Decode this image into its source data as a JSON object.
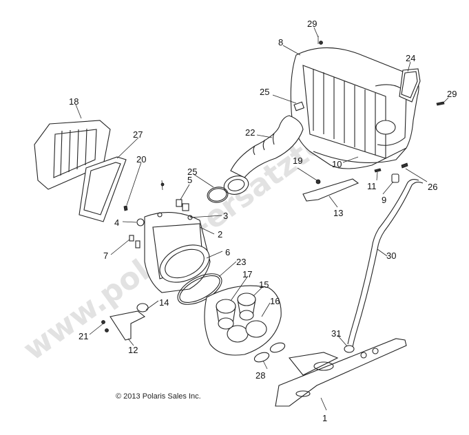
{
  "callouts": [
    "1",
    "2",
    "3",
    "4",
    "5",
    "6",
    "7",
    "8",
    "9",
    "10",
    "11",
    "12",
    "13",
    "14",
    "15",
    "16",
    "17",
    "18",
    "19",
    "20",
    "21",
    "22",
    "23",
    "24",
    "25",
    "25",
    "26",
    "27",
    "28",
    "29",
    "29",
    "30",
    "31"
  ],
  "copyright": "© 2013 Polaris Sales Inc.",
  "watermark": "www.polaris-ersatzteile.de"
}
